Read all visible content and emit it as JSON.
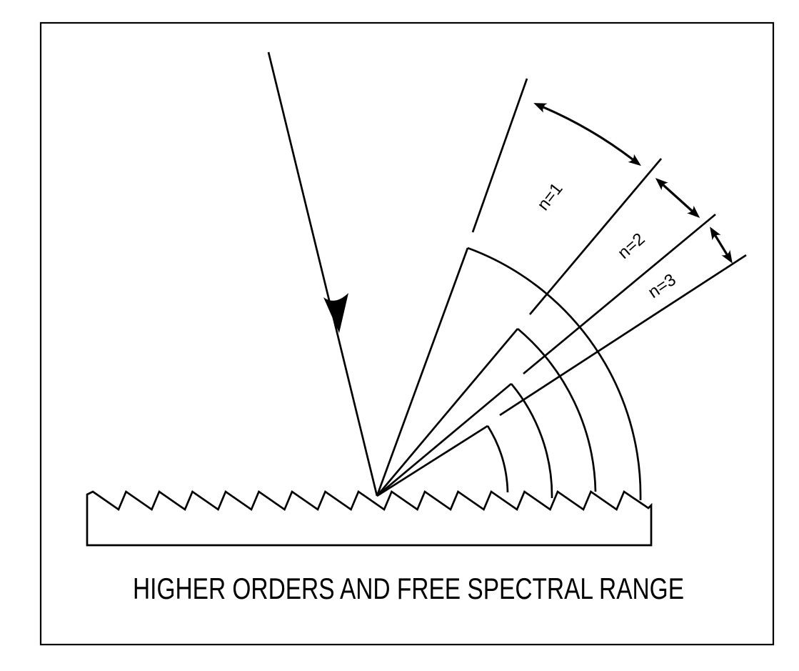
{
  "page": {
    "background": "#ffffff",
    "ink": "#000000"
  },
  "figure": {
    "title": "HIGHER ORDERS AND FREE SPECTRAL RANGE",
    "order_labels": [
      {
        "label": "n=1"
      },
      {
        "label": "n=2"
      },
      {
        "label": "n=3"
      }
    ]
  }
}
